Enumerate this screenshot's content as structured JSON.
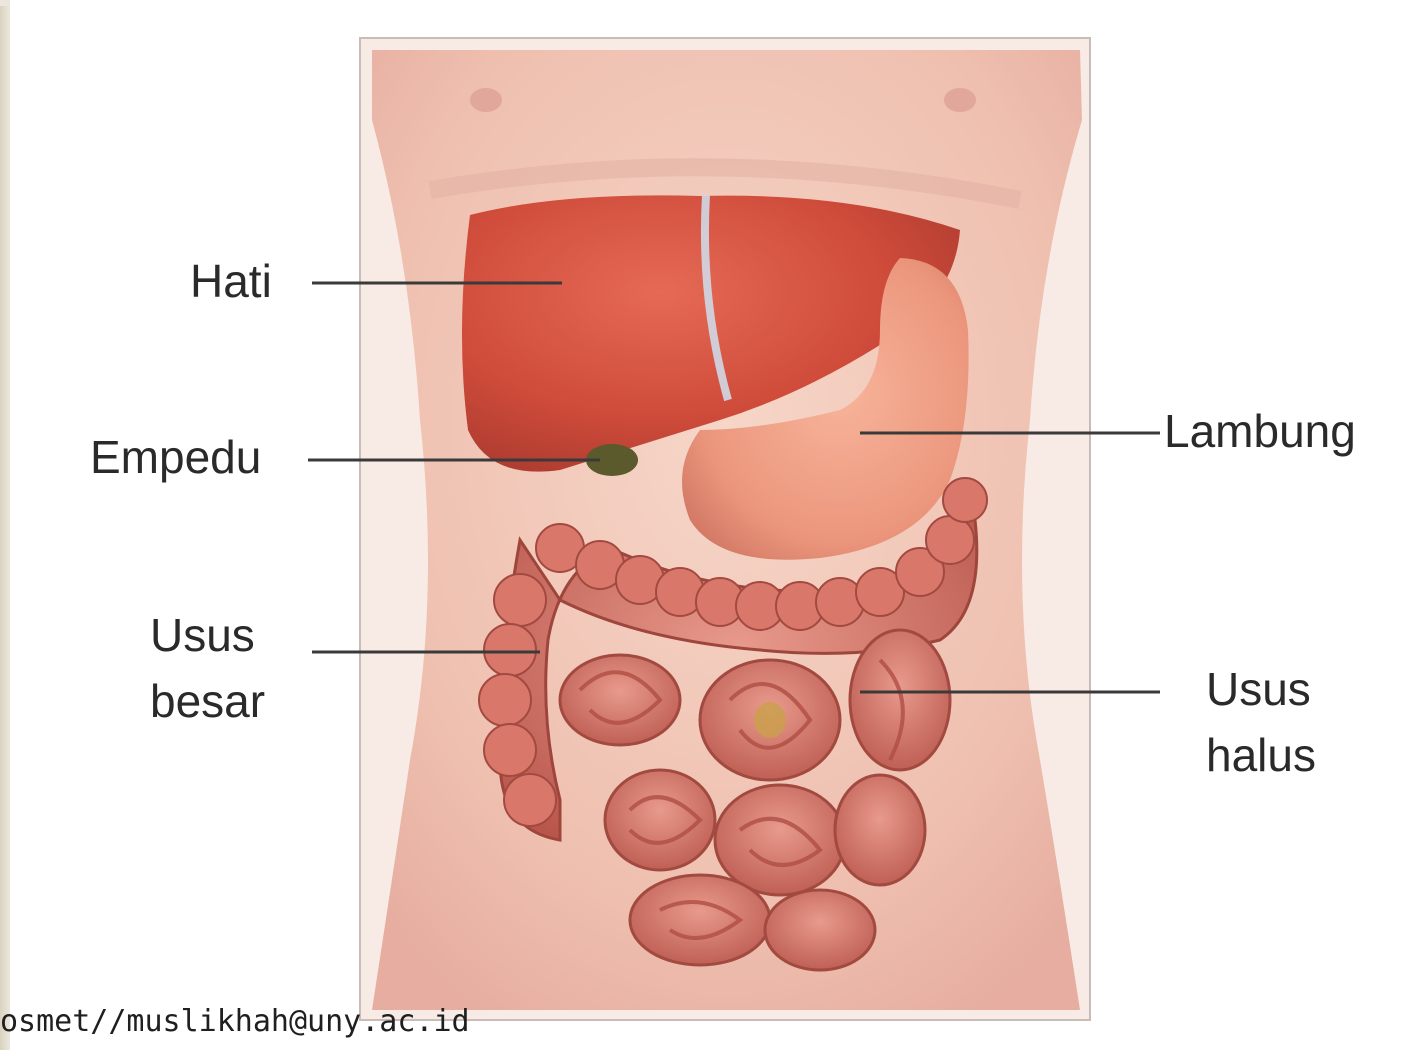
{
  "labels": {
    "hati": "Hati",
    "empedu": "Empedu",
    "lambung": "Lambung",
    "usus_besar_line1": "Usus",
    "usus_besar_line2": "besar",
    "usus_halus_line1": "Usus",
    "usus_halus_line2": "halus"
  },
  "footer": "osmet//muslikhah@uny.ac.id",
  "colors": {
    "skin": "#f3c9bb",
    "liver": "#c9473a",
    "stomach": "#e9977e",
    "intestine": "#c9675c",
    "gallbladder": "#5b5a2c",
    "label_text": "#2a2a2a"
  }
}
